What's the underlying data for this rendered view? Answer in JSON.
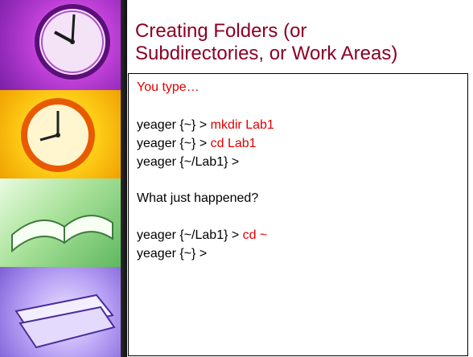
{
  "title": "Creating Folders (or\nSubdirectories, or Work Areas)",
  "intro": "You type…",
  "lines": [
    {
      "prompt": "yeager {~} > ",
      "command": "mkdir Lab1"
    },
    {
      "prompt": "yeager {~} > ",
      "command": "cd Lab1"
    },
    {
      "prompt": "yeager {~/Lab1} >",
      "command": ""
    },
    {
      "prompt": "What just happened?",
      "command": ""
    },
    {
      "prompt": "yeager {~/Lab1} > ",
      "command": "cd ~"
    },
    {
      "prompt": "yeager {~} >",
      "command": ""
    }
  ],
  "colors": {
    "title": "#8b0026",
    "command": "#e00000"
  },
  "images": [
    "clock-image",
    "orange-clock-image",
    "open-book-image",
    "book-stack-image"
  ]
}
